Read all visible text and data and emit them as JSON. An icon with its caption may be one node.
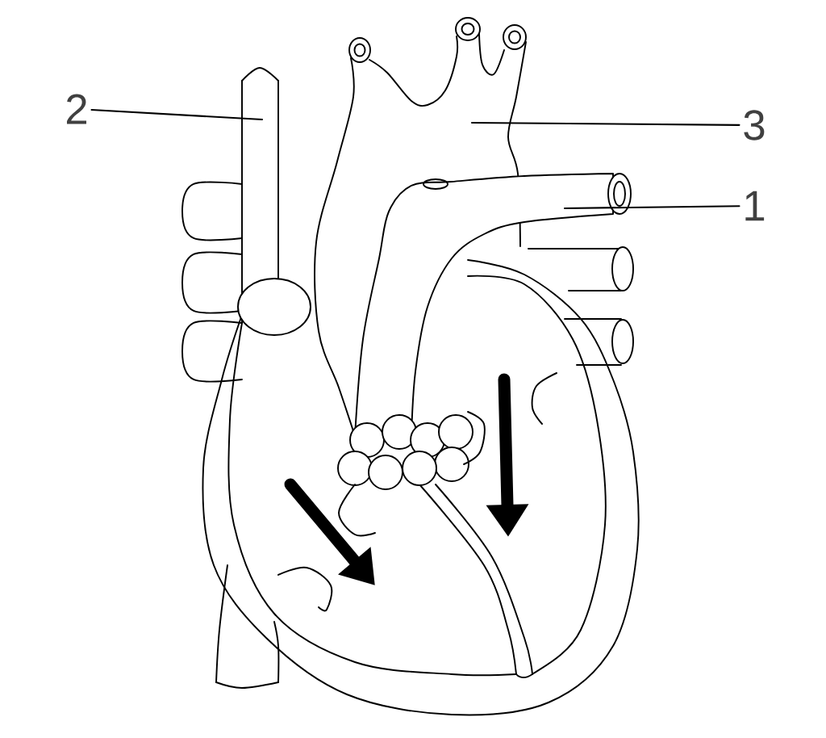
{
  "diagram": {
    "nodes": [
      {
        "text": [
          "2"
        ]
      },
      {
        "text": [
          "3"
        ]
      },
      {
        "text": [
          "1"
        ]
      }
    ],
    "edges": [
      {
        "from": 0,
        "to": null,
        "arrow": "none"
      },
      {
        "from": 1,
        "to": null,
        "arrow": "none"
      },
      {
        "from": 2,
        "to": null,
        "arrow": "none"
      }
    ]
  }
}
